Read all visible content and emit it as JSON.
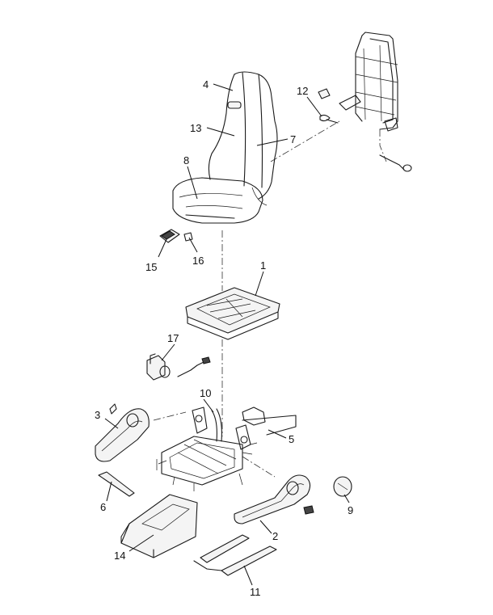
{
  "callouts": [
    {
      "id": "c1",
      "label": "1"
    },
    {
      "id": "c2",
      "label": "2"
    },
    {
      "id": "c3",
      "label": "3"
    },
    {
      "id": "c4",
      "label": "4"
    },
    {
      "id": "c5",
      "label": "5"
    },
    {
      "id": "c6",
      "label": "6"
    },
    {
      "id": "c7",
      "label": "7"
    },
    {
      "id": "c8",
      "label": "8"
    },
    {
      "id": "c9",
      "label": "9"
    },
    {
      "id": "c10",
      "label": "10"
    },
    {
      "id": "c11",
      "label": "11"
    },
    {
      "id": "c12",
      "label": "12"
    },
    {
      "id": "c13",
      "label": "13"
    },
    {
      "id": "c14",
      "label": "14"
    },
    {
      "id": "c15",
      "label": "15"
    },
    {
      "id": "c16",
      "label": "16"
    },
    {
      "id": "c17",
      "label": "17"
    }
  ],
  "colors": {
    "line": "#1a1a1a",
    "background": "#ffffff"
  }
}
